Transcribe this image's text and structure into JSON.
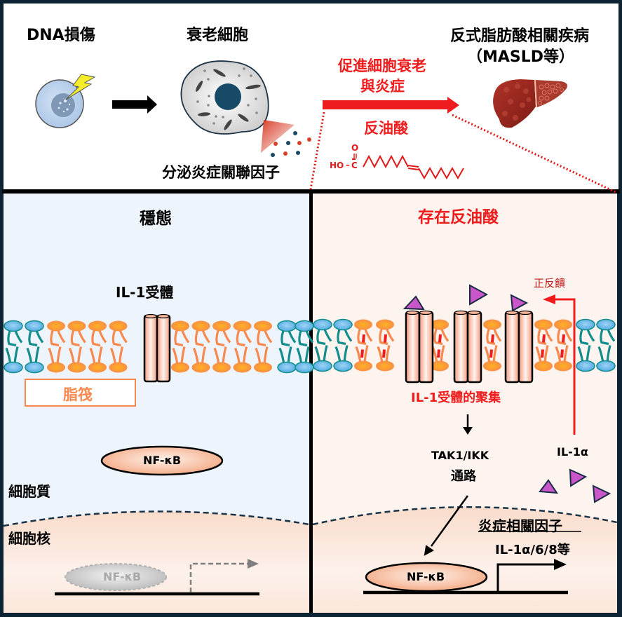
{
  "top": {
    "dna_damage_label": "DNA損傷",
    "senescent_cell_label": "衰老細胞",
    "secretion_label": "分泌炎症關聯因子",
    "promote_label_line1": "促進細胞衰老",
    "promote_label_line2": "與炎症",
    "elaidic_acid_label": "反油酸",
    "molecule_ho": "HO",
    "molecule_c": "C",
    "molecule_o": "O",
    "disease_label_line1": "反式脂肪酸相關疾病",
    "disease_label_line2": "（MASLD等）"
  },
  "left_panel": {
    "title": "穩態",
    "receptor_label": "IL-1受體",
    "lipid_raft_label": "脂筏",
    "nfkb_cytoplasm_label": "NF-κB",
    "cytoplasm_label": "細胞質",
    "nucleus_label": "細胞核",
    "nfkb_nucleus_label": "NF-κB"
  },
  "right_panel": {
    "title": "存在反油酸",
    "positive_feedback_label": "正反饋",
    "clustering_label": "IL-1受體的聚集",
    "pathway_line1": "TAK1/IKK",
    "pathway_line2": "通路",
    "il1a_label": "IL-1α",
    "inflammatory_factors_label": "炎症相關因子",
    "factors_list_label": "IL-1α/6/8等",
    "nfkb_label": "NF-κB"
  },
  "colors": {
    "frame": "#0c2433",
    "accent_red": "#ee1c1c",
    "left_bg": "#edf4fc",
    "right_bg": "#fdf4ef",
    "raft_orange": "#f7894f",
    "normal_lipid_teal": "#138d8c",
    "ligand_purple": "#c957c9"
  }
}
